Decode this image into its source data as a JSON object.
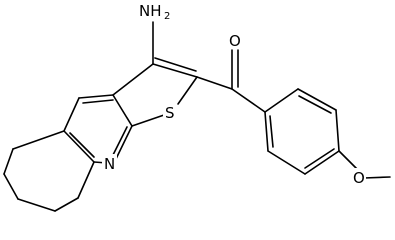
{
  "molecule": {
    "atoms": {
      "amine": {
        "symbol": "NH",
        "subscript": "2"
      },
      "carbonyl_oxygen": {
        "symbol": "O"
      },
      "thiophene_sulfur": {
        "symbol": "S"
      },
      "pyridine_nitrogen": {
        "symbol": "N"
      },
      "methoxy_oxygen": {
        "symbol": "O"
      }
    },
    "colors": {
      "bond": "#000000",
      "label": "#000000",
      "background": "#ffffff"
    }
  }
}
